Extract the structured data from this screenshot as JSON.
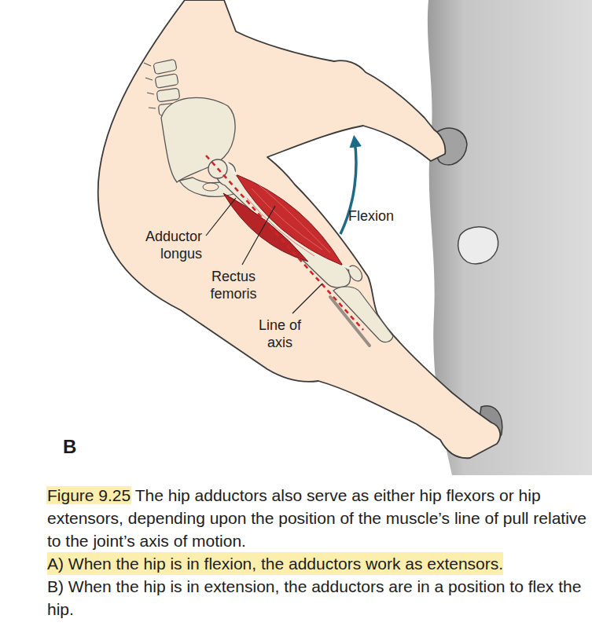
{
  "diagram": {
    "caption": "Figure 9.25 The hip adductors also serve as either hip flexors or hip extensors, depending upon the position of the muscle’s line of pull relative to the joint’s axis of motion.",
    "labels": [
      "Flexion",
      "Adductor longus",
      "Rectus femoris",
      "Line of axis",
      "B",
      "A) When the hip is in flexion, the adductors work as extensors.",
      "B) When the hip is in extension, the adductors are in a position to flex the hip."
    ]
  }
}
